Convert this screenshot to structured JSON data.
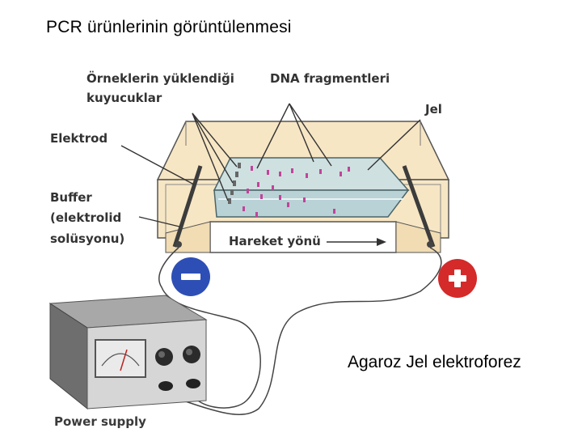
{
  "title": "PCR ürünlerinin görüntülenmesi",
  "caption": "Agaroz Jel elektroforez",
  "labels": {
    "wells_line1": "Örneklerin yüklendiği",
    "wells_line2": "kuyucuklar",
    "dna_fragments": "DNA fragmentleri",
    "gel": "Jel",
    "electrode": "Elektrod",
    "buffer_line1": "Buffer",
    "buffer_line2": "(elektrolid",
    "buffer_line3": "solüsyonu)",
    "direction": "Hareket yönü",
    "power_supply": "Power supply"
  },
  "colors": {
    "negative": "#2d4fb5",
    "positive": "#d42a2a",
    "buffer": "#f7e6c4",
    "gel": "#b9d2d6",
    "bands": "#c0449a"
  }
}
